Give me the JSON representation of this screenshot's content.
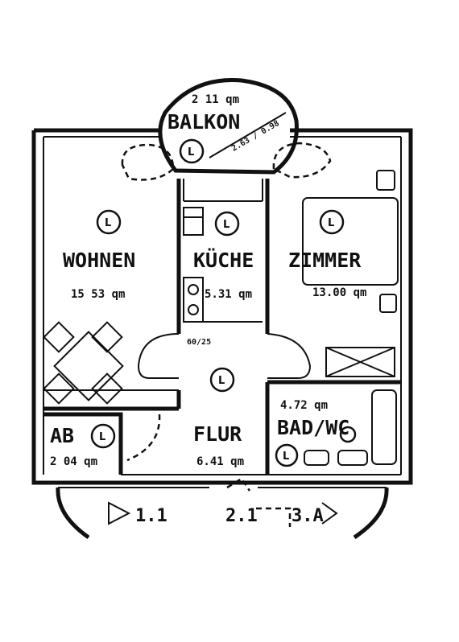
{
  "rooms": {
    "balkon": {
      "name": "BALKON",
      "area": "2 11 qm",
      "dim": "2.63 / 0.98"
    },
    "wohnen": {
      "name": "WOHNEN",
      "area": "15 53 qm"
    },
    "kueche": {
      "name": "KÜCHE",
      "area": "5.31 qm",
      "door": "60/25"
    },
    "zimmer": {
      "name": "ZIMMER",
      "area": "13.00 qm"
    },
    "flur": {
      "name": "FLUR",
      "area": "6.41 qm"
    },
    "ab": {
      "name": "AB",
      "area": "2 04 qm"
    },
    "bad": {
      "name": "BAD/WC",
      "area": "4.72 qm"
    }
  },
  "room_marker": "L",
  "units": {
    "left": "1.1",
    "middle": "2.1",
    "right": "3.A"
  }
}
